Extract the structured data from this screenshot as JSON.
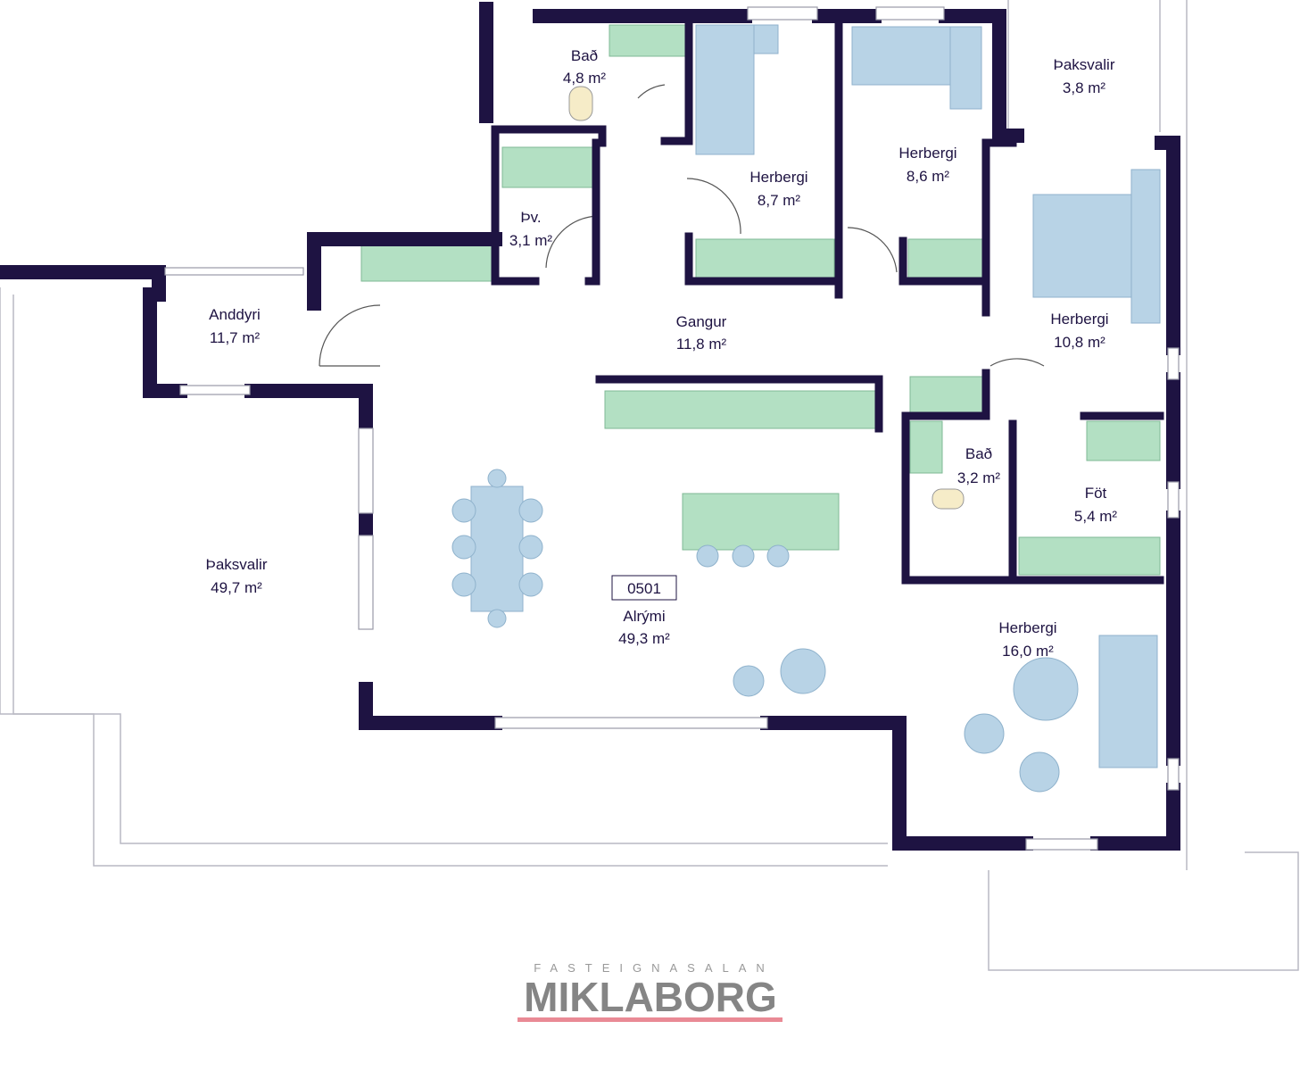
{
  "plan": {
    "unit_number": "0501",
    "rooms": [
      {
        "name": "Bað",
        "area": "4,8 m²"
      },
      {
        "name": "Herbergi",
        "area": "8,7 m²"
      },
      {
        "name": "Herbergi",
        "area": "8,6 m²"
      },
      {
        "name": "Þaksvalir",
        "area": "3,8 m²"
      },
      {
        "name": "Þv.",
        "area": "3,1 m²"
      },
      {
        "name": "Anddyri",
        "area": "11,7 m²"
      },
      {
        "name": "Gangur",
        "area": "11,8 m²"
      },
      {
        "name": "Herbergi",
        "area": "10,8 m²"
      },
      {
        "name": "Bað",
        "area": "3,2 m²"
      },
      {
        "name": "Föt",
        "area": "5,4 m²"
      },
      {
        "name": "Þaksvalir",
        "area": "49,7 m²"
      },
      {
        "name": "Alrými",
        "area": "49,3 m²"
      },
      {
        "name": "Herbergi",
        "area": "16,0 m²"
      }
    ]
  },
  "logo": {
    "tagline": "FASTEIGNASALAN",
    "name": "MIKLABORG"
  },
  "colors": {
    "wall": "#1e1342",
    "cabinet": "#b3e0c3",
    "furniture": "#b8d3e6",
    "logo_bar": "#e98a95"
  }
}
